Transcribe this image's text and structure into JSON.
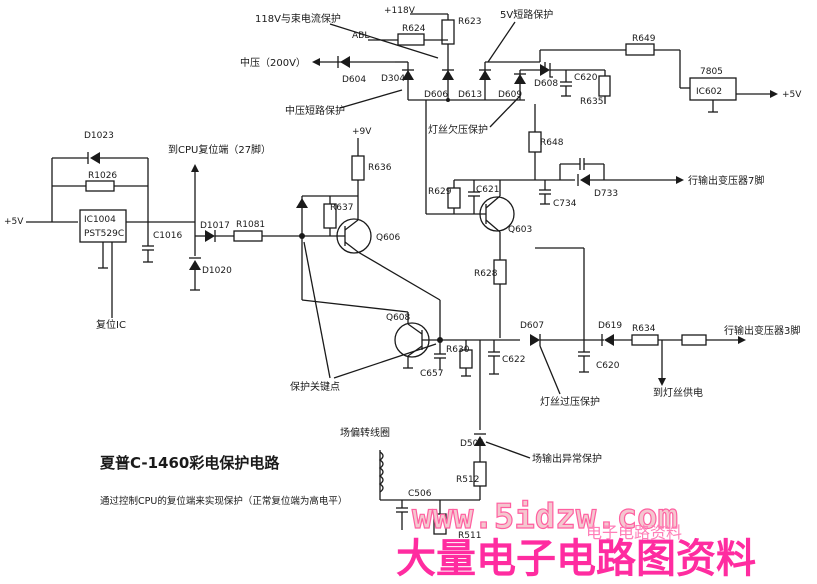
{
  "title": "夏普C-1460彩电保护电路",
  "note": "通过控制CPU的复位端来实现保护（正常复位端为高电平）",
  "watermark": {
    "domain": "www.5idzw.com",
    "site_name": "大量电子电路图资料",
    "small_text": "电子电路资料"
  },
  "rails": {
    "v118": "+118V",
    "v5_left": "+5V",
    "v9": "+9V",
    "v5_right": "+5V"
  },
  "annotations": {
    "overcurrent_118": "118V与束电流保护",
    "abl": "ABL",
    "mid_voltage_out": "中压（200V）",
    "mid_short": "中压短路保护",
    "short_5v": "5V短路保护",
    "filament_under": "灯丝欠压保护",
    "cpu_reset": "到CPU复位端（27脚）",
    "reset_ic": "复位IC",
    "protect_node": "保护关键点",
    "fbt_pin7": "行输出变压器7脚",
    "fbt_pin3": "行输出变压器3脚",
    "filament_over": "灯丝过压保护",
    "to_filament": "到灯丝供电",
    "yoke_coil": "场偏转线圈",
    "vert_abnormal": "场输出异常保护"
  },
  "components": {
    "R623": "R623",
    "R624": "R624",
    "D604": "D604",
    "D304": "D304",
    "D606": "D606",
    "D613": "D613",
    "D609": "D609",
    "D608": "D608",
    "C620a": "C620",
    "R635": "R635",
    "R649": "R649",
    "ic7805": "7805",
    "ic602": "IC602",
    "D1023": "D1023",
    "R1026": "R1026",
    "ic1004a": "IC1004",
    "ic1004b": "PST529C",
    "C1016": "C1016",
    "D1017": "D1017",
    "R1081": "R1081",
    "D1020": "D1020",
    "R636": "R636",
    "R637": "R637",
    "Q606": "Q606",
    "R648": "R648",
    "R629": "R629",
    "C621": "C621",
    "C734": "C734",
    "D733": "D733",
    "Q603": "Q603",
    "R628": "R628",
    "Q608": "Q608",
    "C657": "C657",
    "R630": "R630",
    "C622": "C622",
    "D607": "D607",
    "C620b": "C620",
    "D619": "D619",
    "R634": "R634",
    "D505": "D505",
    "R512": "R512",
    "C506": "C506",
    "R511": "R511"
  }
}
